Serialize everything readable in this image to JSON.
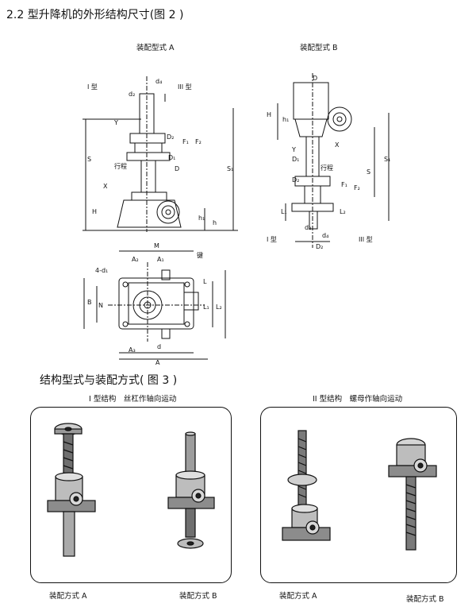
{
  "headings": {
    "fig2": "2.2 型升降机的外形结构尺寸(图 2 )",
    "fig3": "结构型式与装配方式( 图 3 )"
  },
  "fig2": {
    "caption_a": "装配型式 A",
    "caption_b": "装配型式 B",
    "labels_a": [
      "I 型",
      "d₄",
      "III 型",
      "d₂",
      "D₂",
      "D₁",
      "D",
      "S",
      "S₁",
      "H",
      "h₁",
      "h",
      "F₁",
      "F₂",
      "行程",
      "Y",
      "X"
    ],
    "labels_b": [
      "D",
      "H",
      "h₁",
      "Y",
      "X",
      "D₁",
      "D₂",
      "S",
      "S₁",
      "F₁",
      "F₂",
      "L₁",
      "L₂",
      "d₂",
      "d₄",
      "D₂",
      "I 型",
      "III 型",
      "行程"
    ],
    "labels_top": [
      "M",
      "A₂",
      "A₁",
      "键",
      "4-d₁",
      "N",
      "B",
      "L",
      "L₁",
      "L₂",
      "A₃",
      "d",
      "A"
    ]
  },
  "fig3": {
    "group1_title": "I 型结构　丝杠作轴向运动",
    "group2_title": "II 型结构　螺母作轴向运动",
    "caption_a1": "装配方式 A",
    "caption_b1": "装配方式 B",
    "caption_a2": "装配方式 A",
    "caption_b2": "装配方式 B"
  }
}
